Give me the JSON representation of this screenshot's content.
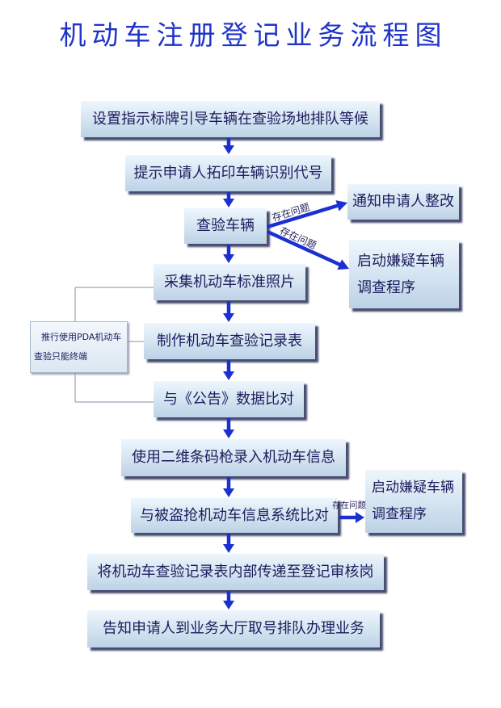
{
  "title": "机动车注册登记业务流程图",
  "steps": [
    "设置指示标牌引导车辆在查验场地排队等候",
    "提示申请人拓印车辆识别代号",
    "查验车辆",
    "采集机动车标准照片",
    "制作机动车查验记录表",
    "与《公告》数据比对",
    "使用二维条码枪录入机动车信息",
    "与被盗抢机动车信息系统比对",
    "将机动车查验记录表内部传递至登记审核岗",
    "告知申请人到业务大厅取号排队办理业务"
  ],
  "branches": [
    {
      "condition": "存在问题",
      "lines": [
        "通知申请人整改"
      ]
    },
    {
      "condition": "存在问题",
      "lines": [
        "启动嫌疑车辆",
        "调查程序"
      ]
    },
    {
      "condition": "存在问题",
      "lines": [
        "启动嫌疑车辆",
        "调查程序"
      ]
    }
  ],
  "side_note": {
    "lines": [
      "推行使用PDA机动车",
      "查验只能终端"
    ]
  },
  "colors": {
    "title": "#1f34c9",
    "arrow": "#1c30d2",
    "text": "#1c1c5c",
    "connector": "#8391aa"
  }
}
